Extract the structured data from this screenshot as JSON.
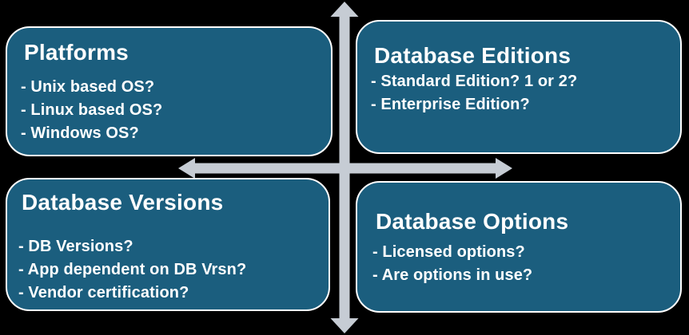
{
  "colors": {
    "background": "#000000",
    "box_fill": "#1b5e7e",
    "box_border": "#ffffff",
    "arrow": "#c6ccd4",
    "text": "#ffffff"
  },
  "icons": {
    "vertical_axis": "double-headed-arrow-vertical-icon",
    "horizontal_axis": "double-headed-arrow-horizontal-icon"
  },
  "quadrants": [
    {
      "title": "Platforms",
      "items": [
        "- Unix based OS?",
        "- Linux based OS?",
        "- Windows OS?"
      ]
    },
    {
      "title": "Database Editions",
      "items": [
        "- Standard Edition? 1 or 2?",
        "- Enterprise Edition?"
      ]
    },
    {
      "title": "Database Versions",
      "items": [
        "- DB Versions?",
        "- App dependent on DB Vrsn?",
        "- Vendor certification?"
      ]
    },
    {
      "title": "Database Options",
      "items": [
        "- Licensed options?",
        "- Are options in use?"
      ]
    }
  ]
}
